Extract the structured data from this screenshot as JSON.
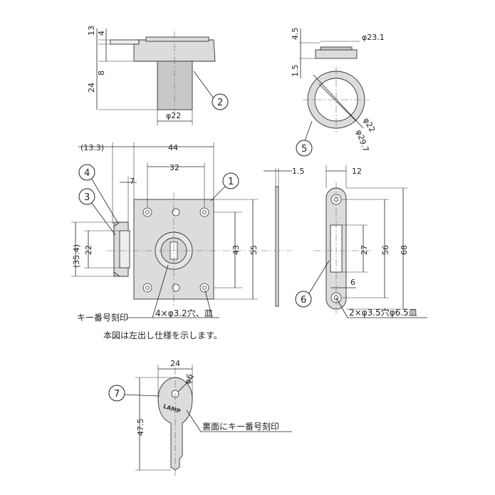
{
  "top_view": {
    "dim_13": "13",
    "dim_4": "4",
    "dim_8": "8",
    "dim_24": "24",
    "dim_phi22": "φ22",
    "callout_2": "2"
  },
  "round_view": {
    "dim_4_5": "4.5",
    "dim_phi23_1": "φ23.1",
    "dim_1_5": "1.5",
    "dim_phi22": "φ22",
    "dim_phi29_7": "φ29.7",
    "callout_5": "5"
  },
  "front_view": {
    "dim_13_3": "(13.3)",
    "dim_44": "44",
    "dim_32": "32",
    "dim_7": "7",
    "dim_35_4": "(35.4)",
    "dim_22": "22",
    "dim_43": "43",
    "dim_55": "55",
    "callout_1": "1",
    "callout_3": "3",
    "callout_4": "4",
    "key_number_label": "キー番号刻印",
    "holes_label": "4×φ3.2穴、皿",
    "left_note": "本図は左出し仕様を示します。"
  },
  "side_plate": {
    "dim_1_5": "1.5"
  },
  "strike_plate": {
    "dim_12": "12",
    "dim_27": "27",
    "dim_56": "56",
    "dim_68": "68",
    "dim_6": "6",
    "callout_6": "6",
    "holes_label": "2×φ3.5穴φ6.5皿"
  },
  "key": {
    "dim_24": "24",
    "dim_phi6": "φ6",
    "dim_47_5": "47.5",
    "callout_7": "7",
    "brand": "LAMP",
    "back_label": "裏面にキー番号刻印"
  },
  "colors": {
    "line": "#222222",
    "part_fill": "#dcdcdc"
  }
}
